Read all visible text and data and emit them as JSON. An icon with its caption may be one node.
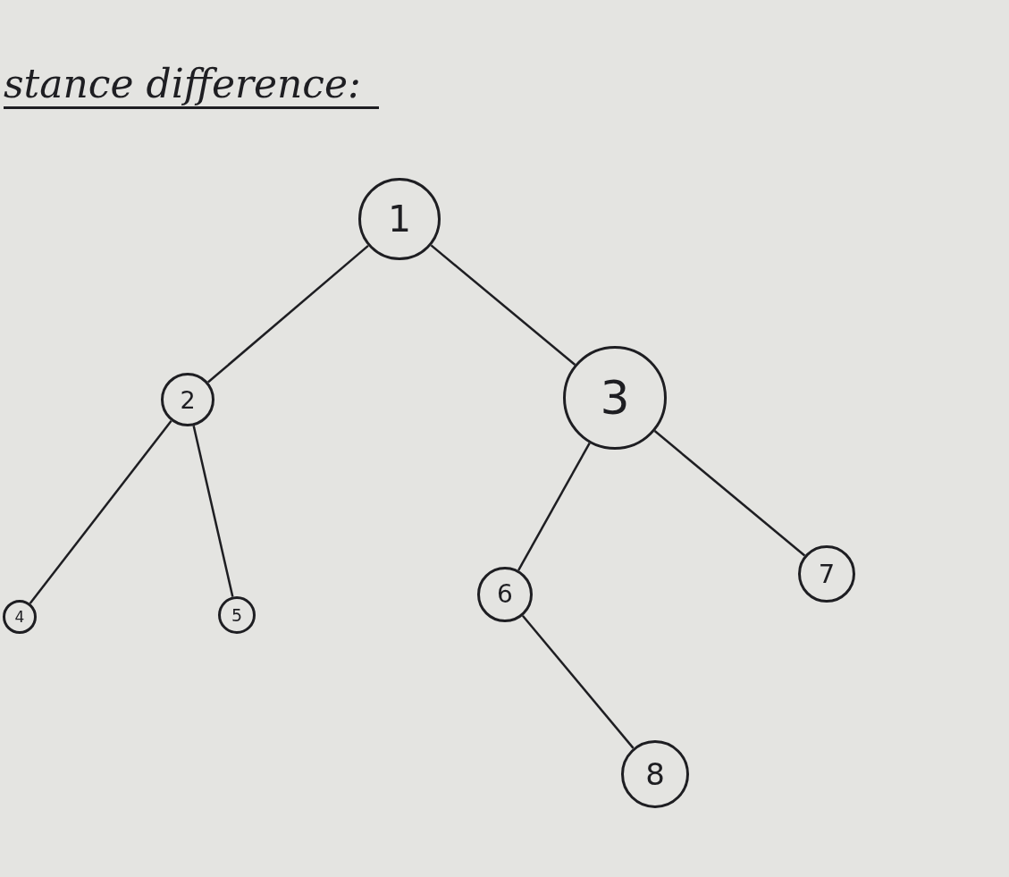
{
  "diagram": {
    "nodes": [
      {
        "text": [
          "1"
        ]
      },
      {
        "text": [
          "2"
        ]
      },
      {
        "text": [
          "3"
        ]
      },
      {
        "text": [
          "4"
        ]
      },
      {
        "text": [
          "5"
        ]
      },
      {
        "text": [
          "6"
        ]
      },
      {
        "text": [
          "7"
        ]
      },
      {
        "text": [
          "8"
        ]
      }
    ],
    "edges": [
      {
        "from": 0,
        "to": 1,
        "arrow": "none"
      },
      {
        "from": 0,
        "to": 2,
        "arrow": "none"
      },
      {
        "from": 1,
        "to": 3,
        "arrow": "none"
      },
      {
        "from": 1,
        "to": 4,
        "arrow": "none"
      },
      {
        "from": 2,
        "to": 5,
        "arrow": "none"
      },
      {
        "from": 2,
        "to": 6,
        "arrow": "none"
      },
      {
        "from": 5,
        "to": 7,
        "arrow": "none"
      }
    ],
    "labels": [
      "stance difference:"
    ]
  }
}
